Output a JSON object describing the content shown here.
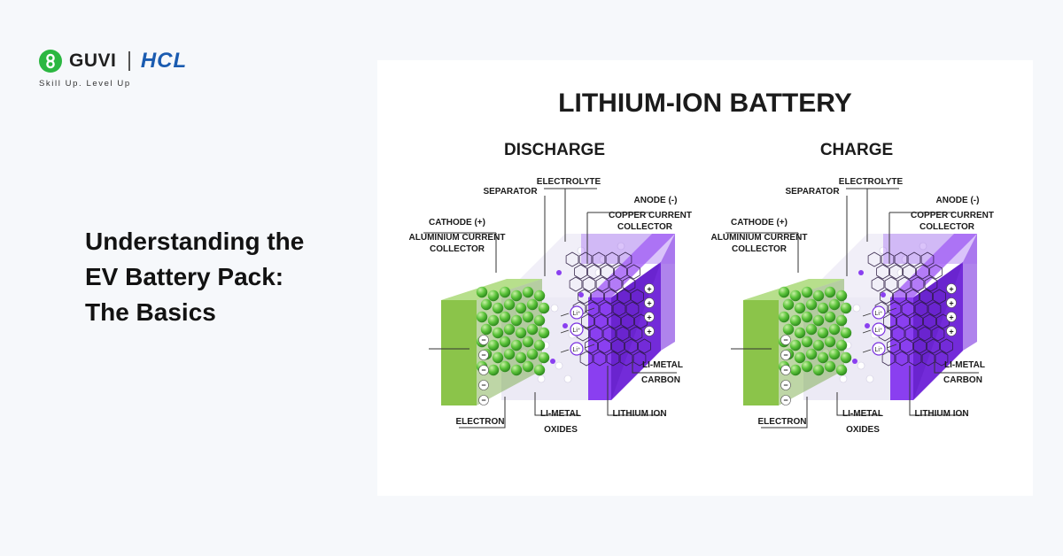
{
  "brand": {
    "logo_icon": "guvi-logo-icon",
    "name": "GUVI",
    "partner": "HCL",
    "tagline": "Skill Up. Level Up",
    "accent_color": "#2bb741",
    "partner_color": "#1a5bb0"
  },
  "headline": {
    "line1": "Understanding the",
    "line2": "EV Battery Pack:",
    "line3": "The Basics"
  },
  "diagram": {
    "title": "LITHIUM-ION BATTERY",
    "panels": [
      {
        "title": "DISCHARGE",
        "labels": {
          "separator": "SEPARATOR",
          "electrolyte": "ELECTROLYTE",
          "anode": "ANODE (-)",
          "copper1": "COPPER CURRENT",
          "copper2": "COLLECTOR",
          "cathode": "CATHODE (+)",
          "aluminium1": "ALUMINIUM CURRENT",
          "aluminium2": "COLLECTOR",
          "li_metal_carbon1": "LI-METAL",
          "li_metal_carbon2": "CARBON",
          "lithium_ion": "LITHIUM ION",
          "electron": "ELECTRON",
          "li_metal_oxides1": "LI-METAL",
          "li_metal_oxides2": "OXIDES"
        }
      },
      {
        "title": "CHARGE",
        "labels": {
          "separator": "SEPARATOR",
          "electrolyte": "ELECTROLYTE",
          "anode": "ANODE (-)",
          "copper1": "COPPER CURRENT",
          "copper2": "COLLECTOR",
          "cathode": "CATHODE (+)",
          "aluminium1": "ALUMINIUM CURRENT",
          "aluminium2": "COLLECTOR",
          "li_metal_carbon1": "LI-METAL",
          "li_metal_carbon2": "CARBON",
          "lithium_ion": "LITHIUM ION",
          "electron": "ELECTRON",
          "li_metal_oxides1": "LI-METAL",
          "li_metal_oxides2": "OXIDES"
        }
      }
    ],
    "ion_label": "Li⁺",
    "minus_sign": "−",
    "plus_sign": "+",
    "colors": {
      "cathode": "#8bc44a",
      "cathode_dark": "#6ea43a",
      "anode": "#8a3ff0",
      "anode_dark": "#6a24cf",
      "separator": "#e9e6f3"
    }
  }
}
